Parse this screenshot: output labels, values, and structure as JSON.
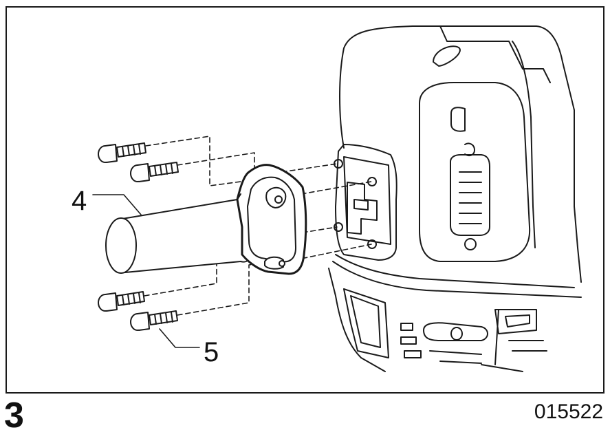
{
  "figure": {
    "number": "3",
    "code": "015522"
  },
  "callouts": {
    "handle": "4",
    "bolt": "5"
  }
}
